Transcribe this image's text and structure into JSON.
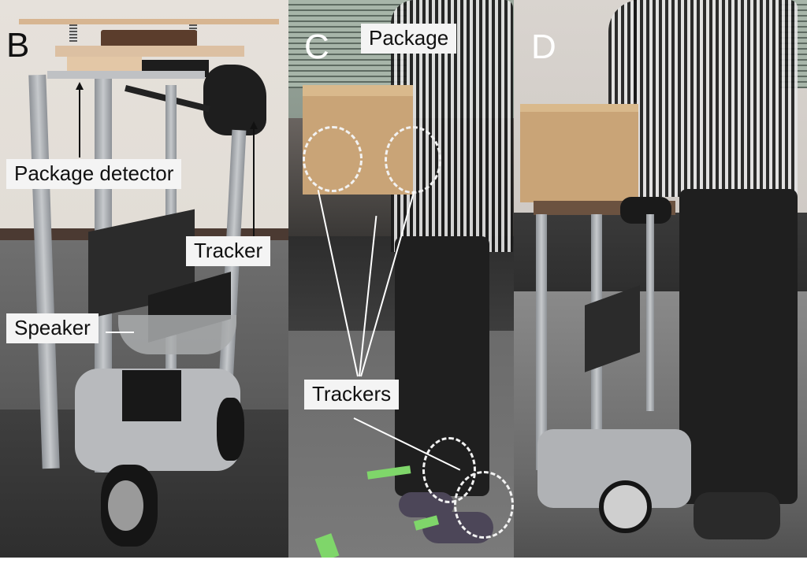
{
  "figure": {
    "panels": [
      {
        "letter": "B",
        "labels": {
          "package_detector": "Package detector",
          "tracker": "Tracker",
          "speaker": "Speaker"
        }
      },
      {
        "letter": "C",
        "labels": {
          "package": "Package",
          "trackers": "Trackers"
        }
      },
      {
        "letter": "D",
        "labels": {}
      }
    ],
    "colors": {
      "label_background": "#f4f4f4",
      "label_text": "#111111",
      "tracker_circle": "#f2f2f2",
      "floor_tape": "#7fd66a",
      "cardboard": "#c9a477"
    }
  }
}
